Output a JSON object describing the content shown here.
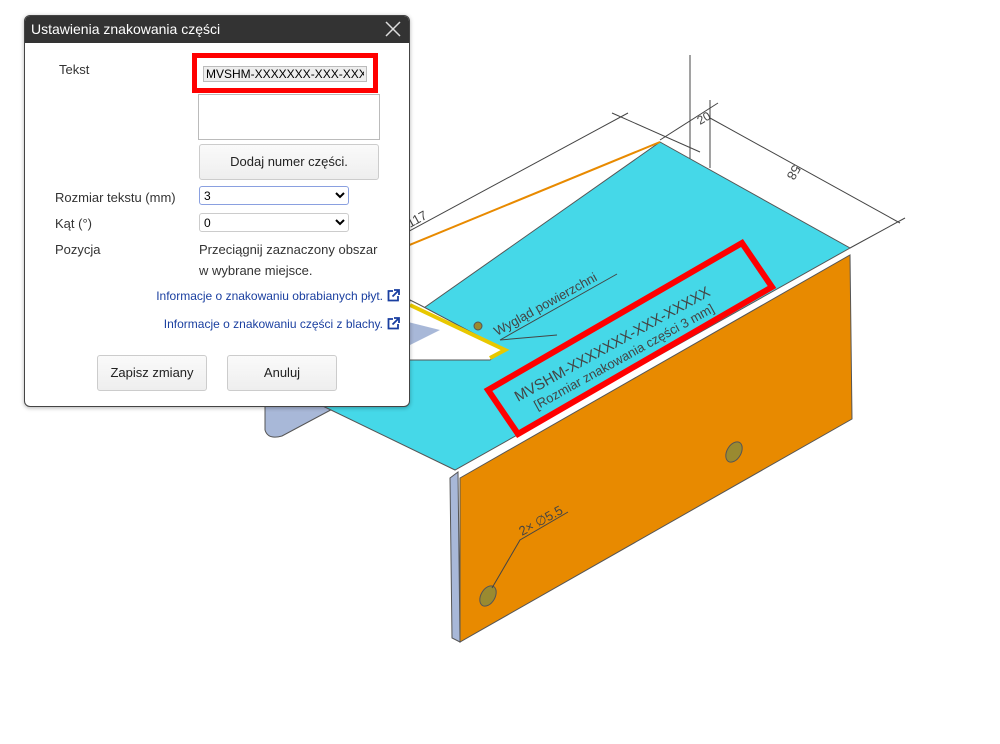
{
  "dialog": {
    "title": "Ustawienia znakowania części",
    "text_label": "Tekst",
    "text_value": "MVSHM-XXXXXXX-XXX-XXXXX",
    "add_part_number_button": "Dodaj numer części.",
    "size_label": "Rozmiar tekstu (mm)",
    "size_value": "3",
    "angle_label": "Kąt (°)",
    "angle_value": "0",
    "position_label": "Pozycja",
    "position_hint_1": "Przeciągnij zaznaczony obszar",
    "position_hint_2": "w wybrane miejsce.",
    "link_plates": "Informacje o znakowaniu obrabianych płyt.",
    "link_sheet": "Informacje o znakowaniu części z blachy.",
    "save_button": "Zapisz zmiany",
    "cancel_button": "Anuluj"
  },
  "drawing": {
    "dim_117": "117",
    "dim_20": "20",
    "dim_58": "58",
    "surface_label": "Wygląd powierzchni",
    "marking_text": "MVSHM-XXXXXXX-XXX-XXXXX",
    "marking_size_note": "[Rozmiar znakowania części 3 mm]",
    "hole_label": "2× ∅5.5"
  },
  "colors": {
    "top_face": "#45d8e8",
    "front_face": "#e88a00",
    "highlight": "#ff0000",
    "edge": "#a8b8d8"
  }
}
